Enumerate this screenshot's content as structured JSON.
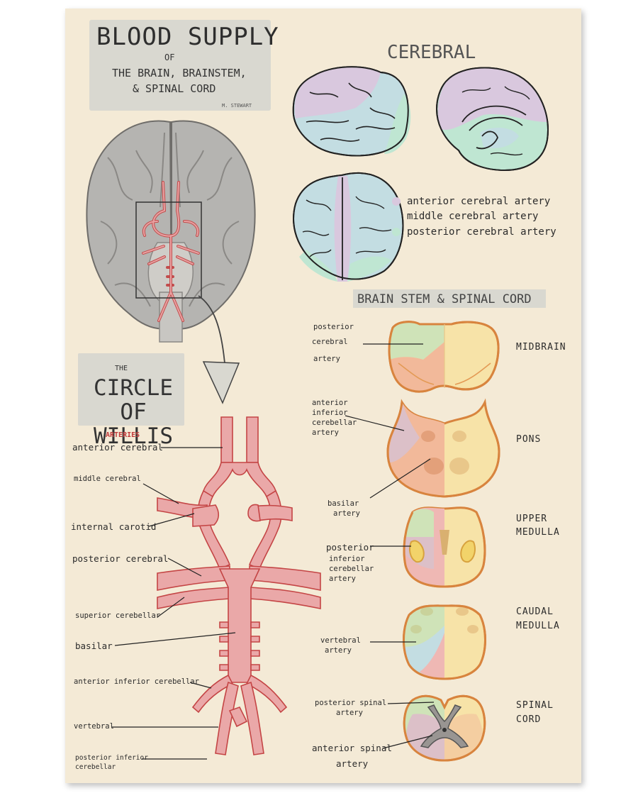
{
  "title": {
    "main": "BLOOD SUPPLY",
    "of": "OF",
    "line1": "THE BRAIN, BRAINSTEM,",
    "line2": "& SPINAL CORD",
    "author": "M. STEWART"
  },
  "cerebral": {
    "title": "CEREBRAL",
    "legend": [
      {
        "label": "anterior cerebral artery",
        "color": "#d9c8de"
      },
      {
        "label": "middle cerebral artery",
        "color": "#c3dde2"
      },
      {
        "label": "posterior cerebral artery",
        "color": "#bfe6d2"
      }
    ]
  },
  "circle_of_willis": {
    "the": "THE",
    "title_line1": "CIRCLE OF",
    "title_line2": "WILLIS",
    "subtitle": "ARTERIES",
    "labels": [
      "anterior cerebral",
      "middle cerebral",
      "internal carotid",
      "posterior cerebral",
      "superior cerebellar",
      "basilar",
      "anterior inferior cerebellar",
      "vertebral",
      "posterior inferior",
      "cerebellar"
    ]
  },
  "brainstem": {
    "title": "BRAIN STEM & SPINAL CORD",
    "levels": [
      {
        "name_line1": "MIDBRAIN",
        "name_line2": "",
        "artery_lines": [
          "posterior",
          "cerebral",
          "artery"
        ]
      },
      {
        "name_line1": "PONS",
        "name_line2": "",
        "artery_lines": [
          "anterior",
          "inferior",
          "cerebellar",
          "artery"
        ]
      },
      {
        "name_line1": "UPPER",
        "name_line2": "MEDULLA",
        "artery_lines": [
          "posterior",
          "inferior",
          "cerebellar",
          "artery"
        ]
      },
      {
        "name_line1": "CAUDAL",
        "name_line2": "MEDULLA",
        "artery_lines": [
          "vertebral",
          "artery"
        ]
      },
      {
        "name_line1": "SPINAL",
        "name_line2": "CORD",
        "artery_lines": [
          "posterior spinal",
          "artery"
        ]
      }
    ],
    "basilar_lines": [
      "basilar",
      "artery"
    ],
    "anterior_spinal_lines": [
      "anterior spinal",
      "artery"
    ]
  },
  "colors": {
    "artery_red": "#e6a3a3",
    "artery_outline": "#c0392b",
    "anterior": "#d9c8de",
    "middle": "#c3dde2",
    "posterior": "#bfe6d2",
    "bs_green": "#cfe3b8",
    "bs_orange": "#f2b99a",
    "bs_yellow": "#f7e3a8",
    "bs_pink": "#efb8b4",
    "bs_purple": "#dcc0c8"
  }
}
